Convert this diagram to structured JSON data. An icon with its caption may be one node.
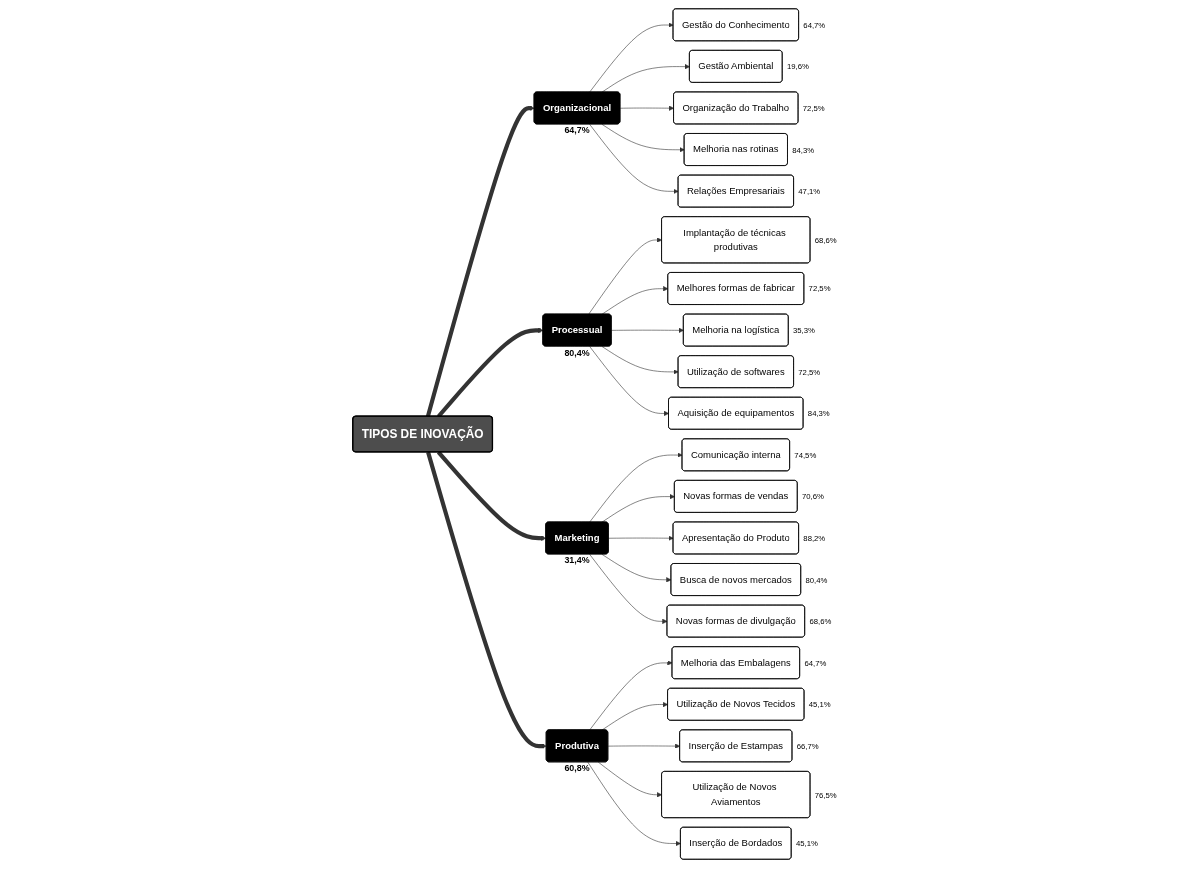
{
  "diagram": {
    "nodes": [
      {
        "text": [
          "TIPOS DE INOVAÇÃO"
        ]
      },
      {
        "text": [
          "Organizacional"
        ],
        "beside": [
          "64,7%"
        ]
      },
      {
        "text": [
          "Processual"
        ],
        "beside": [
          "80,4%"
        ]
      },
      {
        "text": [
          "Marketing"
        ],
        "beside": [
          "31,4%"
        ]
      },
      {
        "text": [
          "Produtiva"
        ],
        "beside": [
          "60,8%"
        ]
      },
      {
        "text": [
          "Gestão do Conhecimento"
        ],
        "beside": [
          "64,7%"
        ]
      },
      {
        "text": [
          "Gestão Ambiental"
        ],
        "beside": [
          "19,6%"
        ]
      },
      {
        "text": [
          "Organização do Trabalho"
        ],
        "beside": [
          "72,5%"
        ]
      },
      {
        "text": [
          "Melhoria nas rotinas"
        ],
        "beside": [
          "84,3%"
        ]
      },
      {
        "text": [
          "Relações Empresariais"
        ],
        "beside": [
          "47,1%"
        ]
      },
      {
        "text": [
          "Implantação de técnicas produtivas"
        ],
        "beside": [
          "68,6%"
        ]
      },
      {
        "text": [
          "Melhores formas de fabricar"
        ],
        "beside": [
          "72,5%"
        ]
      },
      {
        "text": [
          "Melhoria na logística"
        ],
        "beside": [
          "35,3%"
        ]
      },
      {
        "text": [
          "Utilização de softwares"
        ],
        "beside": [
          "72,5%"
        ]
      },
      {
        "text": [
          "Aquisição de equipamentos"
        ],
        "beside": [
          "84,3%"
        ]
      },
      {
        "text": [
          "Comunicação interna"
        ],
        "beside": [
          "74,5%"
        ]
      },
      {
        "text": [
          "Novas formas de vendas"
        ],
        "beside": [
          "70,6%"
        ]
      },
      {
        "text": [
          "Apresentação do Produto"
        ],
        "beside": [
          "88,2%"
        ]
      },
      {
        "text": [
          "Busca de novos mercados"
        ],
        "beside": [
          "80,4%"
        ]
      },
      {
        "text": [
          "Novas formas de divulgação"
        ],
        "beside": [
          "68,6%"
        ]
      },
      {
        "text": [
          "Melhoria das Embalagens"
        ],
        "beside": [
          "64,7%"
        ]
      },
      {
        "text": [
          "Utilização de Novos Tecidos"
        ],
        "beside": [
          "45,1%"
        ]
      },
      {
        "text": [
          "Inserção de Estampas"
        ],
        "beside": [
          "66,7%"
        ]
      },
      {
        "text": [
          "Utilização de Novos Aviamentos"
        ],
        "beside": [
          "76,5%"
        ]
      },
      {
        "text": [
          "Inserção de Bordados"
        ],
        "beside": [
          "45,1%"
        ]
      }
    ],
    "edges": [
      {
        "from": 0,
        "to": 1,
        "arrow": "to",
        "style": "thick"
      },
      {
        "from": 0,
        "to": 2,
        "arrow": "to",
        "style": "thick"
      },
      {
        "from": 0,
        "to": 3,
        "arrow": "to",
        "style": "thick"
      },
      {
        "from": 0,
        "to": 4,
        "arrow": "to",
        "style": "thick"
      },
      {
        "from": 1,
        "to": 5,
        "arrow": "to"
      },
      {
        "from": 1,
        "to": 6,
        "arrow": "to"
      },
      {
        "from": 1,
        "to": 7,
        "arrow": "to"
      },
      {
        "from": 1,
        "to": 8,
        "arrow": "to"
      },
      {
        "from": 1,
        "to": 9,
        "arrow": "to"
      },
      {
        "from": 2,
        "to": 10,
        "arrow": "to"
      },
      {
        "from": 2,
        "to": 11,
        "arrow": "to"
      },
      {
        "from": 2,
        "to": 12,
        "arrow": "to"
      },
      {
        "from": 2,
        "to": 13,
        "arrow": "to"
      },
      {
        "from": 2,
        "to": 14,
        "arrow": "to"
      },
      {
        "from": 3,
        "to": 15,
        "arrow": "to"
      },
      {
        "from": 3,
        "to": 16,
        "arrow": "to"
      },
      {
        "from": 3,
        "to": 17,
        "arrow": "to"
      },
      {
        "from": 3,
        "to": 18,
        "arrow": "to"
      },
      {
        "from": 3,
        "to": 19,
        "arrow": "to"
      },
      {
        "from": 4,
        "to": 20,
        "arrow": "to"
      },
      {
        "from": 4,
        "to": 21,
        "arrow": "to"
      },
      {
        "from": 4,
        "to": 22,
        "arrow": "to"
      },
      {
        "from": 4,
        "to": 23,
        "arrow": "to"
      },
      {
        "from": 4,
        "to": 24,
        "arrow": "to"
      }
    ]
  }
}
